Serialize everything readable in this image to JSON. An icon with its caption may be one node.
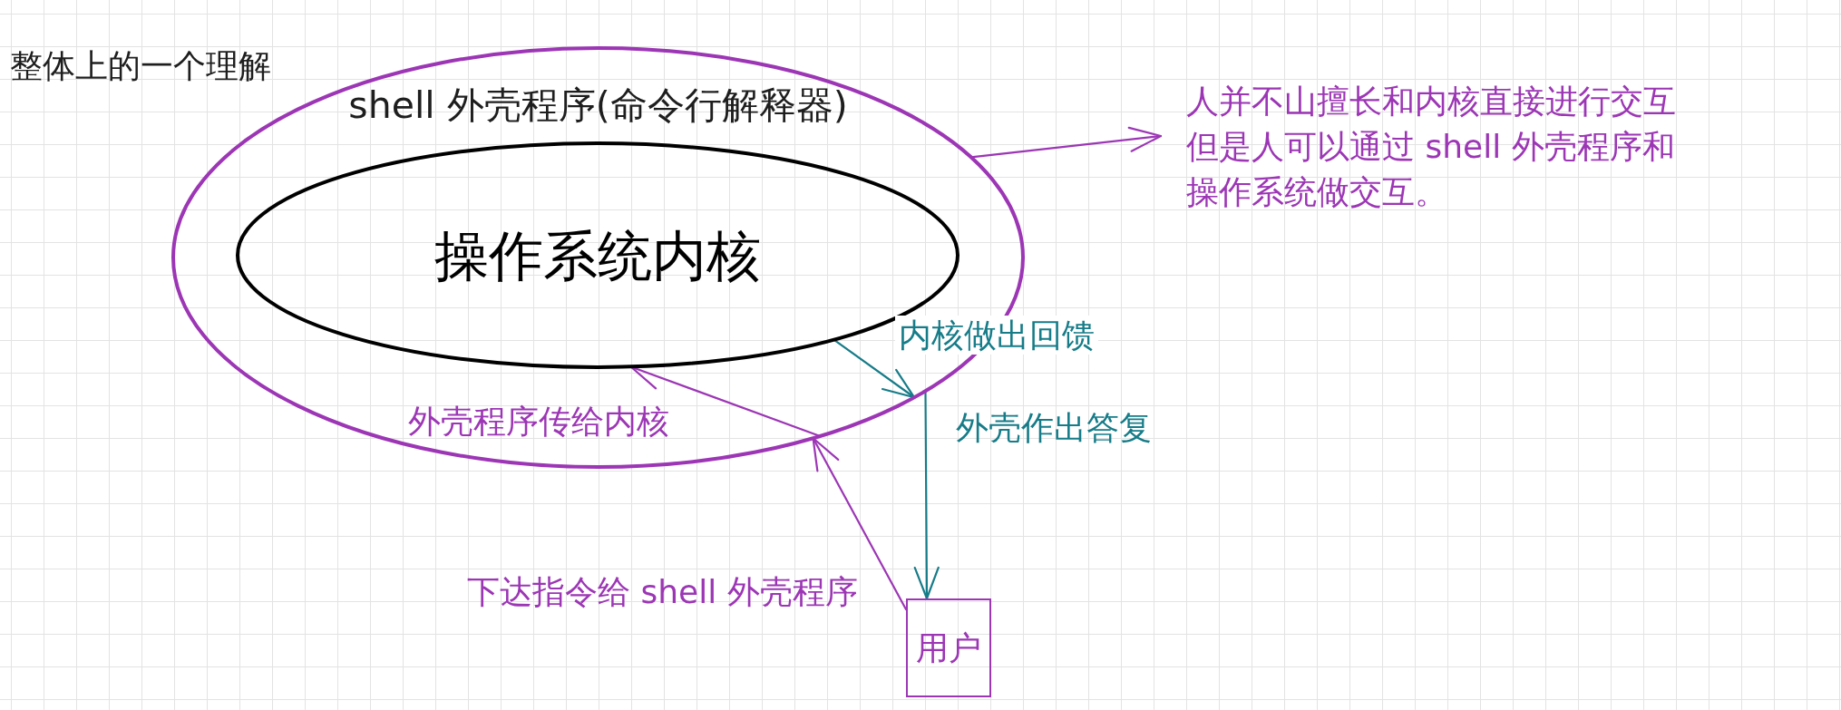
{
  "diagram": {
    "title": "整体上的一个理解",
    "nodes": [
      {
        "text": [
          "shell 外壳程序(命令行解释器)"
        ]
      },
      {
        "text": [
          "操作系统内核"
        ],
        "in": 0
      },
      {
        "text": [
          "人并不山擅长和内核直接进行交互但是人可以通过 shell 外壳程序和操作系统做交互。"
        ]
      },
      {
        "text": [
          "用户"
        ]
      }
    ],
    "edges": [
      {
        "from": 0,
        "to": 2,
        "arrow": "to"
      },
      {
        "from": 1,
        "to": 0,
        "arrow": "to",
        "label": "内核做出回馈",
        "color": "#167c88"
      },
      {
        "from": 0,
        "to": 3,
        "arrow": "to",
        "label": "外壳作出答复",
        "color": "#167c88"
      },
      {
        "from": 3,
        "to": 0,
        "arrow": "to",
        "label": "下达指令给 shell 外壳程序"
      },
      {
        "from": 0,
        "to": 1,
        "arrow": "to",
        "label": "外壳程序传给内核"
      }
    ]
  }
}
